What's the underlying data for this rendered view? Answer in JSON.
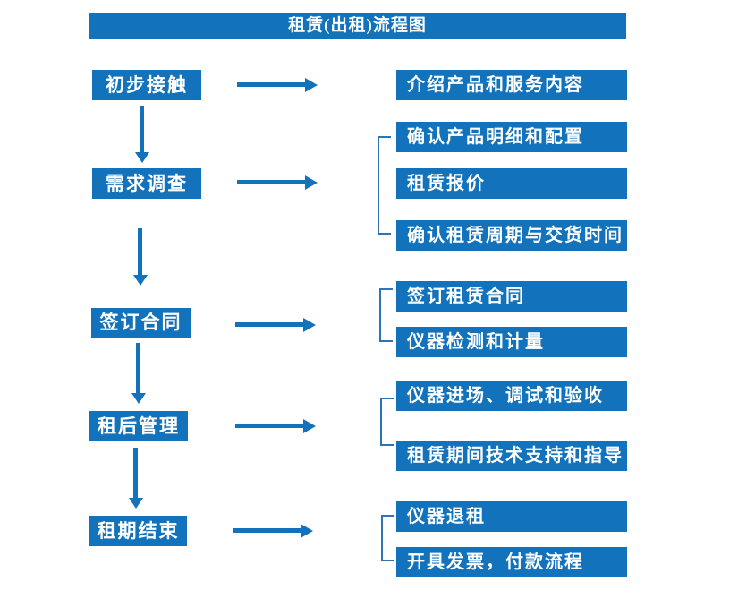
{
  "title": "租赁(出租)流程图",
  "colors": {
    "primary": "#1272BC",
    "bracket": "#2E74B5",
    "box_text": "#FFFFFF",
    "background": "#FFFFFF"
  },
  "steps": [
    {
      "label": "初步接触",
      "outputs": [
        "介绍产品和服务内容"
      ]
    },
    {
      "label": "需求调查",
      "outputs": [
        "确认产品明细和配置",
        "租赁报价",
        "确认租赁周期与交货时间"
      ]
    },
    {
      "label": "签订合同",
      "outputs": [
        "签订租赁合同",
        "仪器检测和计量"
      ]
    },
    {
      "label": "租后管理",
      "outputs": [
        "仪器进场、调试和验收",
        "租赁期间技术支持和指导"
      ]
    },
    {
      "label": "租期结束",
      "outputs": [
        "仪器退租",
        "开具发票，付款流程"
      ]
    }
  ]
}
